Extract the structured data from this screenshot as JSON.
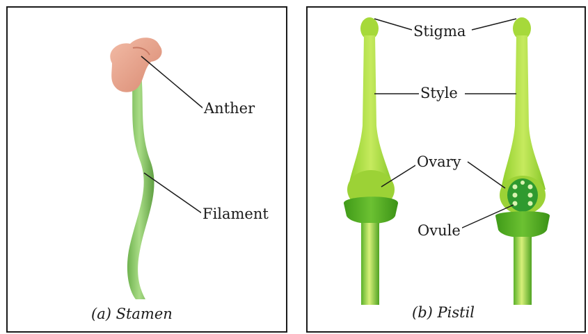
{
  "panel_a": {
    "labels": {
      "anther": "Anther",
      "filament": "Filament"
    },
    "caption": "(a) Stamen"
  },
  "panel_b": {
    "labels": {
      "stigma": "Stigma",
      "style": "Style",
      "ovary": "Ovary",
      "ovule": "Ovule"
    },
    "caption": "(b) Pistil"
  },
  "colors": {
    "anther": "#e8a590",
    "filament": "#8cc96a",
    "pistil_light": "#b7e04a",
    "pistil_mid": "#8fcf2c",
    "pistil_dark": "#4aa81e",
    "ovule_dots": "#d9f3b0",
    "border": "#1a1a1a"
  }
}
